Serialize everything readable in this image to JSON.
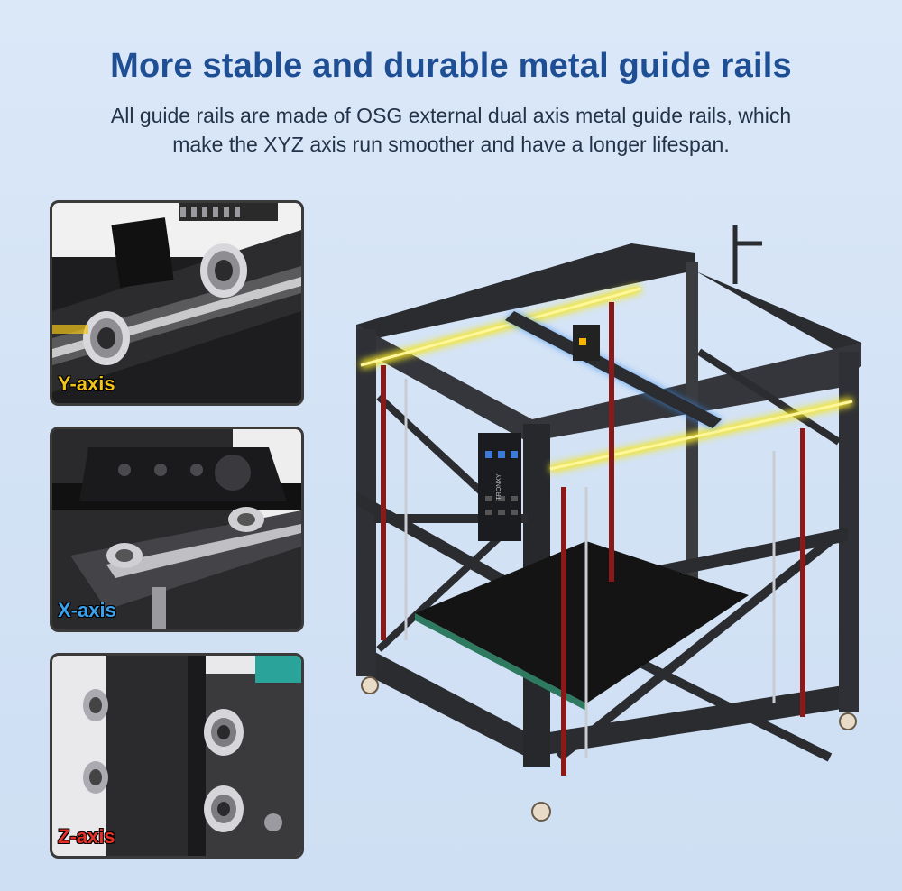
{
  "header": {
    "title": "More stable and durable metal guide rails",
    "description_line1": "All guide rails are made of OSG external dual axis metal guide rails, which",
    "description_line2": "make the XYZ axis run smoother and have a longer lifespan."
  },
  "panels": [
    {
      "label": "Y-axis",
      "color": "#f2c418"
    },
    {
      "label": "X-axis",
      "color": "#3aa3ef"
    },
    {
      "label": "Z-axis",
      "color": "#e8302a"
    }
  ],
  "printer": {
    "screen_brand": "TRONXY",
    "frame_color": "#2a2c30",
    "rail_glow_yellow": "#f5e620",
    "rail_glow_blue": "#3b8ff0",
    "rail_glow_red": "#ff2a2a"
  }
}
